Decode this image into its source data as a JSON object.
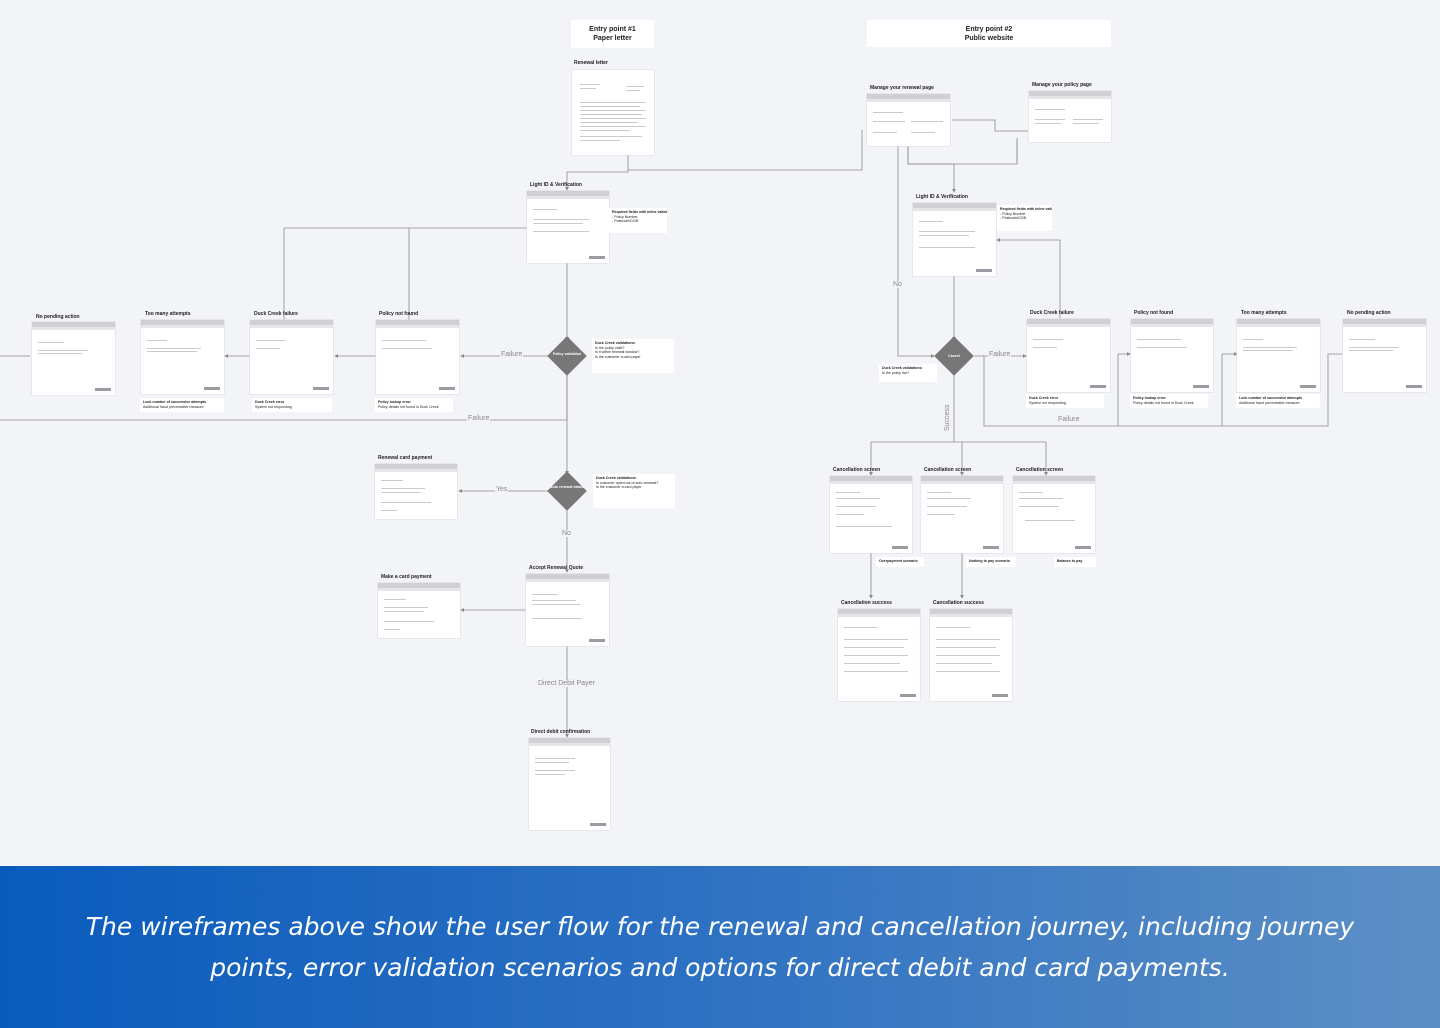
{
  "entry_points": [
    {
      "id": "e1",
      "line1": "Entry point #1",
      "line2": "Paper letter"
    },
    {
      "id": "e2",
      "line1": "Entry point #2",
      "line2": "Public website"
    }
  ],
  "screens": [
    {
      "id": "renewal_letter",
      "title": "Renewal letter"
    },
    {
      "id": "manage_renewal",
      "title": "Manage your renewal page"
    },
    {
      "id": "manage_policy",
      "title": "Manage your policy page"
    },
    {
      "id": "lightid_left",
      "title": "Light ID & Verification"
    },
    {
      "id": "lightid_right",
      "title": "Light ID & Verification"
    },
    {
      "id": "no_pending_left",
      "title": "No pending action"
    },
    {
      "id": "too_many_left",
      "title": "Too many attempts"
    },
    {
      "id": "duck_left",
      "title": "Duck Creek failure"
    },
    {
      "id": "policy_nf_left",
      "title": "Policy not found"
    },
    {
      "id": "duck_right",
      "title": "Duck Creek failure"
    },
    {
      "id": "policy_nf_right",
      "title": "Policy not found"
    },
    {
      "id": "too_many_right",
      "title": "Too many attempts"
    },
    {
      "id": "no_pending_right",
      "title": "No pending action"
    },
    {
      "id": "renewal_card",
      "title": "Renewal card payment"
    },
    {
      "id": "make_card",
      "title": "Make a card payment"
    },
    {
      "id": "accept_quote",
      "title": "Accept Renewal Quote"
    },
    {
      "id": "dd_confirm",
      "title": "Direct debit confirmation"
    },
    {
      "id": "cancel1",
      "title": "Cancellation screen"
    },
    {
      "id": "cancel2",
      "title": "Cancellation screen"
    },
    {
      "id": "cancel3",
      "title": "Cancellation screen"
    },
    {
      "id": "cancel_success1",
      "title": "Cancellation success"
    },
    {
      "id": "cancel_success2",
      "title": "Cancellation success"
    }
  ],
  "notes": [
    {
      "id": "n_req_left",
      "head": "Required fields with inline validation:",
      "lines": [
        "- Policy Number",
        "- Postcode/DOB"
      ]
    },
    {
      "id": "n_duck_val_left",
      "head": "Duck Creek validations:",
      "lines": [
        "Is the policy valid?",
        "Is it within renewal window?",
        "Is the customer a card payer"
      ]
    },
    {
      "id": "n_auto",
      "head": "Duck Creek validations:",
      "lines": [
        "Is customer opted out of auto-renewal?",
        "Is the customer a card payer"
      ]
    },
    {
      "id": "n_lock_left",
      "head": "Lock number of successive attempts",
      "lines": [
        "Additional fraud preventative measure"
      ]
    },
    {
      "id": "n_duck_err_left",
      "head": "Duck Creek error",
      "lines": [
        "System not responding"
      ]
    },
    {
      "id": "n_policy_err_left",
      "head": "Policy lookup error",
      "lines": [
        "Policy details not found in Duck Creek"
      ]
    },
    {
      "id": "n_req_right",
      "head": "Required fields with inline validation:",
      "lines": [
        "- Policy Number",
        "- Postcode/DOB"
      ]
    },
    {
      "id": "n_duck_val_right",
      "head": "Duck Creek validations:",
      "lines": [
        "Is the policy live?"
      ]
    },
    {
      "id": "n_duck_err_right",
      "head": "Duck Creek error",
      "lines": [
        "System not responding"
      ]
    },
    {
      "id": "n_policy_err_right",
      "head": "Policy lookup error",
      "lines": [
        "Policy details not found in Duck Creek"
      ]
    },
    {
      "id": "n_lock_right",
      "head": "Lock number of successive attempts",
      "lines": [
        "Additional fraud preventative measure"
      ]
    },
    {
      "id": "n_overpay",
      "head": "Overpayment scenario",
      "lines": []
    },
    {
      "id": "n_nothing",
      "head": "Nothing to pay scenario",
      "lines": []
    },
    {
      "id": "n_balance",
      "head": "Balance to pay",
      "lines": []
    }
  ],
  "decisions": [
    {
      "id": "d_policy",
      "label": "Policy validation"
    },
    {
      "id": "d_auto",
      "label": "Auto renewal status"
    },
    {
      "id": "d_cancel",
      "label": "Cancel"
    }
  ],
  "edge_labels": [
    {
      "id": "l_fail1",
      "text": "Failure"
    },
    {
      "id": "l_fail2",
      "text": "Failure"
    },
    {
      "id": "l_yes",
      "text": "Yes"
    },
    {
      "id": "l_no1",
      "text": "No"
    },
    {
      "id": "l_dd",
      "text": "Direct Debit Payer"
    },
    {
      "id": "l_no2",
      "text": "No"
    },
    {
      "id": "l_fail3",
      "text": "Failure"
    },
    {
      "id": "l_fail4",
      "text": "Failure"
    },
    {
      "id": "l_success",
      "text": "Success"
    }
  ],
  "caption": "The wireframes above show the user flow for the renewal and cancellation journey, including journey points, error validation scenarios and options for direct debit and card payments."
}
